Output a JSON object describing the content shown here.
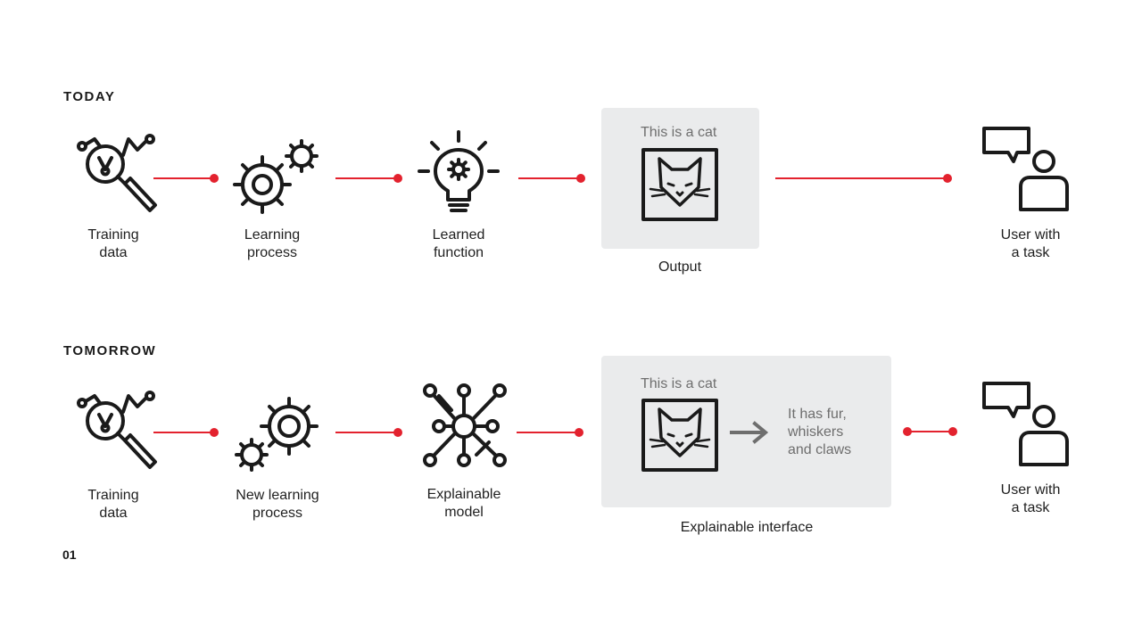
{
  "today": {
    "title": "TODAY",
    "steps": {
      "training": "Training\ndata",
      "learning": "Learning\nprocess",
      "function": "Learned\nfunction",
      "output_caption": "This is a cat",
      "output": "Output",
      "user": "User with\na task"
    }
  },
  "tomorrow": {
    "title": "TOMORROW",
    "steps": {
      "training": "Training\ndata",
      "learning": "New learning\nprocess",
      "model": "Explainable\nmodel",
      "output_caption": "This is a cat",
      "explanation": "It has fur,\nwhiskers\nand claws",
      "interface": "Explainable interface",
      "user": "User with\na task"
    }
  },
  "page_number": "01",
  "colors": {
    "accent": "#e3222e",
    "panel": "#eaebec",
    "icon": "#1a1a1a",
    "muted_text": "#6e6e6e"
  }
}
